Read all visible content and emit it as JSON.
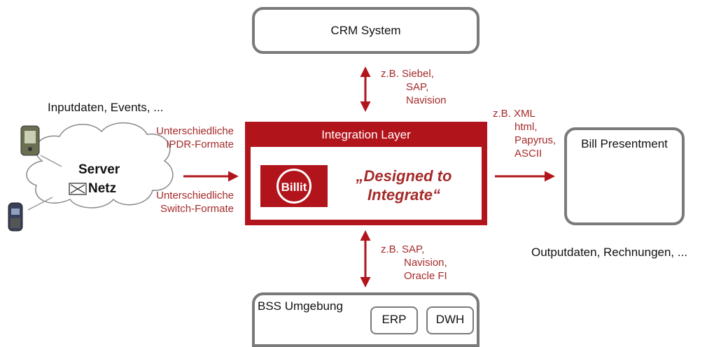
{
  "crm": {
    "title": "CRM System"
  },
  "crm_connection": {
    "lines": [
      "z.B. Siebel,",
      "SAP,",
      "Navision"
    ]
  },
  "input": {
    "caption": "Inputdaten, Events, ..."
  },
  "cloud": {
    "line1": "Server",
    "line2": "Netz"
  },
  "ipdr": {
    "lines": [
      "Unterschiedliche",
      "IPDR-Formate"
    ]
  },
  "switch": {
    "lines": [
      "Unterschiedliche",
      "Switch-Formate"
    ]
  },
  "integration": {
    "title": "Integration Layer",
    "slogan_line1": "„Designed to",
    "slogan_line2": "Integrate“",
    "logo_text": "Billit"
  },
  "output_formats": {
    "lines": [
      "z.B. XML",
      "html,",
      "Papyrus,",
      "ASCII"
    ]
  },
  "bill": {
    "title": "Bill Presentment"
  },
  "output": {
    "caption": "Outputdaten, Rechnungen, ..."
  },
  "bss_connection": {
    "lines": [
      "z.B. SAP,",
      "Navision,",
      "Oracle FI"
    ]
  },
  "bss": {
    "title": "BSS Umgebung",
    "erp": "ERP",
    "dwh": "DWH"
  },
  "colors": {
    "accent_red": "#b2141b",
    "text_red": "#a52a2a",
    "border_gray": "#7a7a7a"
  }
}
